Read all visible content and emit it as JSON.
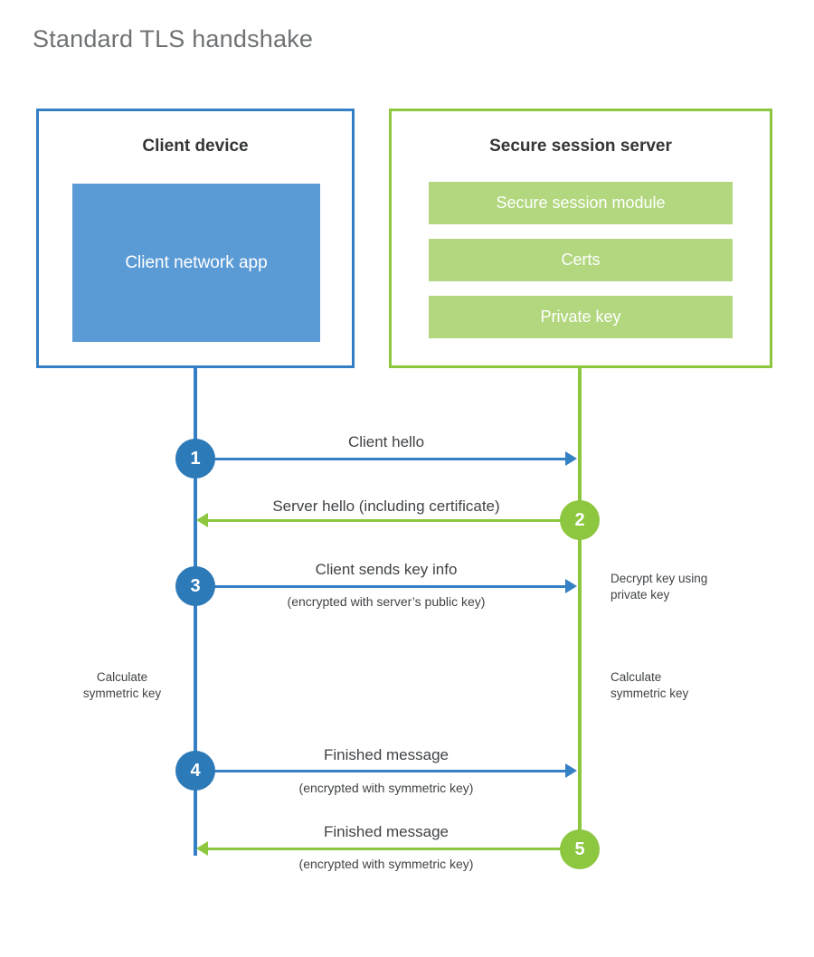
{
  "title": "Standard TLS handshake",
  "colors": {
    "blue_border": "#3580c4",
    "blue_fill": "#5b9bd5",
    "blue_circle": "#2d7ab8",
    "green_border": "#8dc63f",
    "green_fill": "#b2d77e",
    "green_circle": "#8dc63f",
    "text": "#404346",
    "title_text": "#6f7274"
  },
  "client": {
    "title": "Client device",
    "app_label": "Client network app"
  },
  "server": {
    "title": "Secure session server",
    "bars": [
      {
        "label": "Secure session module"
      },
      {
        "label": "Certs"
      },
      {
        "label": "Private key"
      }
    ]
  },
  "steps": [
    {
      "number": "1",
      "label": "Client hello",
      "sub": "",
      "direction": "client-to-server",
      "color": "blue"
    },
    {
      "number": "2",
      "label": "Server hello (including certificate)",
      "sub": "",
      "direction": "server-to-client",
      "color": "green"
    },
    {
      "number": "3",
      "label": "Client sends key info",
      "sub": "(encrypted with server’s public key)",
      "direction": "client-to-server",
      "color": "blue"
    },
    {
      "number": "4",
      "label": "Finished message",
      "sub": "(encrypted with symmetric key)",
      "direction": "client-to-server",
      "color": "blue"
    },
    {
      "number": "5",
      "label": "Finished message",
      "sub": "(encrypted with symmetric key)",
      "direction": "server-to-client",
      "color": "green"
    }
  ],
  "annotations": {
    "decrypt_key": "Decrypt key using\nprivate key",
    "decrypt_key_line1": "Decrypt key using",
    "decrypt_key_line2": "private key",
    "calc_client_line1": "Calculate",
    "calc_client_line2": "symmetric key",
    "calc_server_line1": "Calculate",
    "calc_server_line2": "symmetric key"
  }
}
